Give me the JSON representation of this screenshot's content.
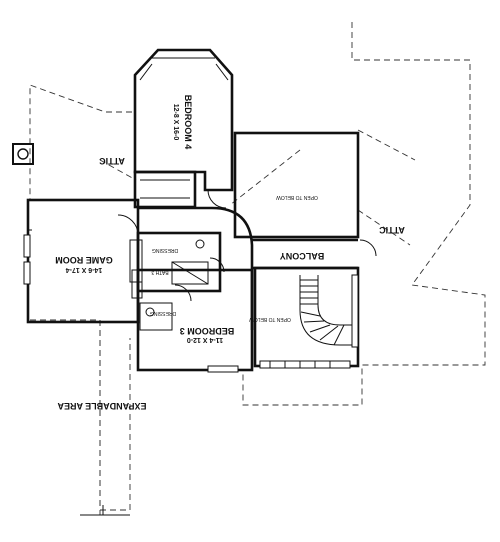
{
  "plan": {
    "rooms": [
      {
        "id": "bedroom4",
        "name": "BEDROOM 4",
        "dims": "12-8 X 16-0"
      },
      {
        "id": "game-room",
        "name": "GAME ROOM",
        "dims": "14-6 X 17-4"
      },
      {
        "id": "bedroom3",
        "name": "BEDROOM 3",
        "dims": "11-4 X 12-0"
      }
    ],
    "labels": {
      "attic_left": "ATTIC",
      "attic_right": "ATTIC",
      "balcony": "BALCONY",
      "expandable": "EXPANDABLE AREA",
      "open_below_1": "OPEN TO BELOW",
      "open_below_2": "OPEN TO BELOW",
      "dressing_1": "DRESSING",
      "dressing_2": "DRESSING",
      "bath": "BATH 3"
    },
    "colors": {
      "ink": "#111111",
      "background": "#ffffff"
    }
  }
}
